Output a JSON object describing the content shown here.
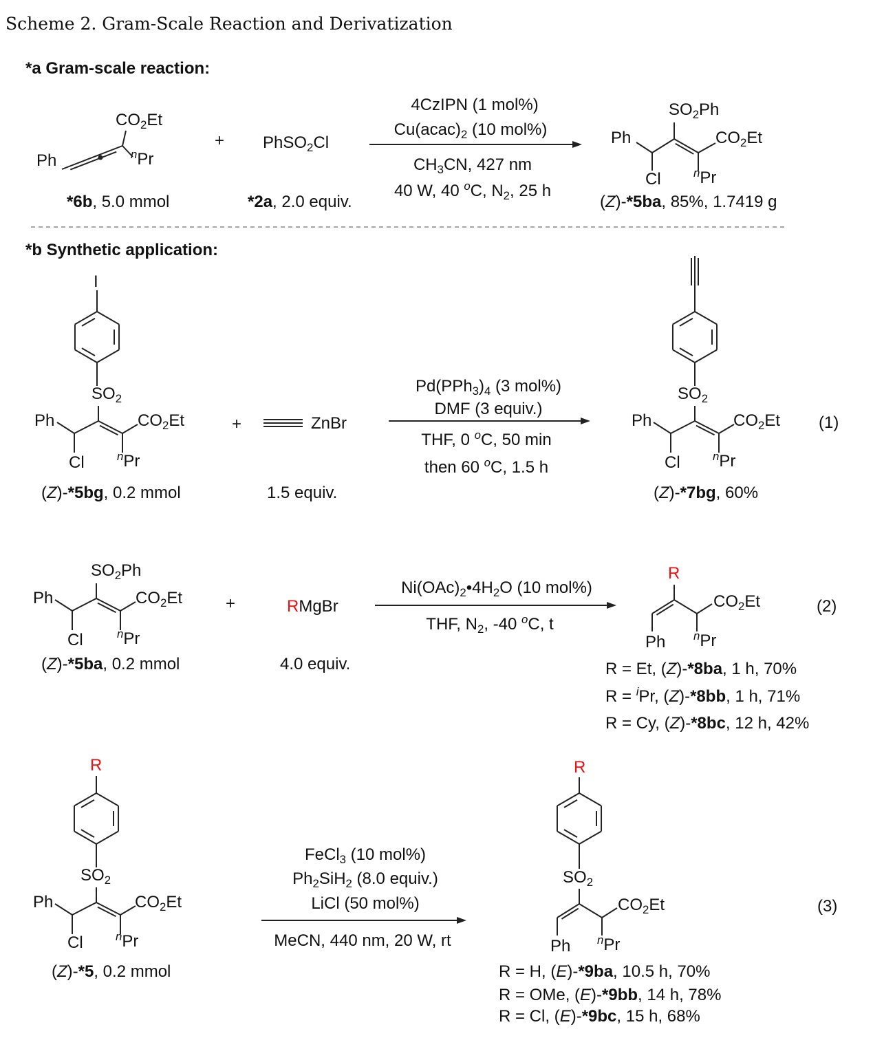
{
  "title": "Scheme 2. Gram-Scale Reaction and Derivatization",
  "section_a": {
    "heading": [
      "*a Gram-scale reaction:"
    ],
    "reactant1_groups": {
      "co2et": [
        "CO",
        "_2",
        "Et"
      ],
      "ph": [
        "Ph"
      ],
      "npr": [
        "^n",
        "Pr"
      ]
    },
    "reactant1_label": [
      "*6b",
      ", 5.0 mmol"
    ],
    "plus": [
      "+"
    ],
    "reactant2": [
      "PhSO",
      "_2",
      "Cl"
    ],
    "reactant2_label": [
      "*2a",
      ",  2.0 equiv."
    ],
    "conditions_above": [
      [
        "4CzIPN (1 mol%)"
      ],
      [
        "Cu(acac)",
        "_2",
        " (10 mol%)"
      ]
    ],
    "conditions_below": [
      [
        "CH",
        "_3",
        "CN, 427 nm"
      ],
      [
        "40 W, 40 ",
        "^o",
        "C, N",
        "_2",
        ", 25 h"
      ]
    ],
    "product_groups": {
      "so2ph": [
        "SO",
        "_2",
        "Ph"
      ],
      "ph": [
        "Ph"
      ],
      "co2et": [
        "CO",
        "_2",
        "Et"
      ],
      "cl": [
        "Cl"
      ],
      "npr": [
        "^n",
        "Pr"
      ]
    },
    "product_label": [
      "(",
      "~Z",
      ")-",
      "*5ba",
      ", 85%, 1.7419 g"
    ]
  },
  "section_b": {
    "heading": [
      "*b Synthetic application:"
    ],
    "eq1": {
      "reactant_groups": {
        "i": [
          "I"
        ],
        "so2": [
          "SO",
          "_2"
        ],
        "ph": [
          "Ph"
        ],
        "co2et": [
          "CO",
          "_2",
          "Et"
        ],
        "cl": [
          "Cl"
        ],
        "npr": [
          "^n",
          "Pr"
        ]
      },
      "reactant_label": [
        "(",
        "~Z",
        ")-",
        "*5bg",
        ", 0.2 mmol"
      ],
      "plus": [
        "+"
      ],
      "reagent": [
        "ZnBr"
      ],
      "reagent_label": [
        "1.5 equiv."
      ],
      "conditions_above": [
        [
          "Pd(PPh",
          "_3",
          ")",
          "_4",
          " (3 mol%)"
        ],
        [
          "DMF (3 equiv.)"
        ]
      ],
      "conditions_below": [
        [
          "THF, 0 ",
          "^o",
          "C, 50 min"
        ],
        [
          "then 60 ",
          "^o",
          "C, 1.5 h"
        ]
      ],
      "product_groups": {
        "so2": [
          "SO",
          "_2"
        ],
        "ph": [
          "Ph"
        ],
        "co2et": [
          "CO",
          "_2",
          "Et"
        ],
        "cl": [
          "Cl"
        ],
        "npr": [
          "^n",
          "Pr"
        ]
      },
      "product_label": [
        "(",
        "~Z",
        ")-",
        "*7bg",
        ", 60%"
      ],
      "number": [
        "(1)"
      ]
    },
    "eq2": {
      "reactant_groups": {
        "so2ph": [
          "SO",
          "_2",
          "Ph"
        ],
        "ph": [
          "Ph"
        ],
        "co2et": [
          "CO",
          "_2",
          "Et"
        ],
        "cl": [
          "Cl"
        ],
        "npr": [
          "^n",
          "Pr"
        ]
      },
      "reactant_label": [
        "(",
        "~Z",
        ")-",
        "*5ba",
        ", 0.2 mmol"
      ],
      "plus": [
        "+"
      ],
      "reagent": [
        "!R",
        "MgBr"
      ],
      "reagent_label": [
        "4.0 equiv."
      ],
      "conditions_above": [
        [
          "Ni(OAc)",
          "_2",
          "•4H",
          "_2",
          "O (10 mol%)"
        ]
      ],
      "conditions_below": [
        [
          "THF, N",
          "_2",
          ", -40 ",
          "^o",
          "C, t"
        ]
      ],
      "product_groups": {
        "r": [
          "!R"
        ],
        "co2et": [
          "CO",
          "_2",
          "Et"
        ],
        "ph": [
          "Ph"
        ],
        "npr": [
          "^n",
          "Pr"
        ]
      },
      "results": [
        [
          "R = Et, (",
          "~Z",
          ")-",
          "*8ba",
          ", 1 h, 70%"
        ],
        [
          "R = ",
          "^i",
          "Pr, (",
          "~Z",
          ")-",
          "*8bb",
          ", 1 h, 71%"
        ],
        [
          "R = Cy, (",
          "~Z",
          ")-",
          "*8bc",
          ", 12 h, 42%"
        ]
      ],
      "number": [
        "(2)"
      ]
    },
    "eq3": {
      "reactant_groups": {
        "r": [
          "!R"
        ],
        "so2": [
          "SO",
          "_2"
        ],
        "ph": [
          "Ph"
        ],
        "co2et": [
          "CO",
          "_2",
          "Et"
        ],
        "cl": [
          "Cl"
        ],
        "npr": [
          "^n",
          "Pr"
        ]
      },
      "reactant_label": [
        "(",
        "~Z",
        ")-",
        "*5",
        ", 0.2 mmol"
      ],
      "conditions_above": [
        [
          "FeCl",
          "_3",
          " (10 mol%)"
        ],
        [
          "Ph",
          "_2",
          "SiH",
          "_2",
          " (8.0 equiv.)"
        ],
        [
          "LiCl (50 mol%)"
        ]
      ],
      "conditions_below": [
        [
          "MeCN, 440 nm, 20 W, rt"
        ]
      ],
      "product_groups": {
        "r": [
          "!R"
        ],
        "so2": [
          "SO",
          "_2"
        ],
        "co2et": [
          "CO",
          "_2",
          "Et"
        ],
        "ph": [
          "Ph"
        ],
        "npr": [
          "^n",
          "Pr"
        ]
      },
      "results": [
        [
          "R = H, (",
          "~E",
          ")-",
          "*9ba",
          ", 10.5 h, 70%"
        ],
        [
          "R = OMe, (",
          "~E",
          ")-",
          "*9bb",
          ", 14 h, 78%"
        ],
        [
          "R = Cl, (",
          "~E",
          ")-",
          "*9bc",
          ", 15 h, 68%"
        ]
      ],
      "number": [
        "(3)"
      ]
    }
  }
}
